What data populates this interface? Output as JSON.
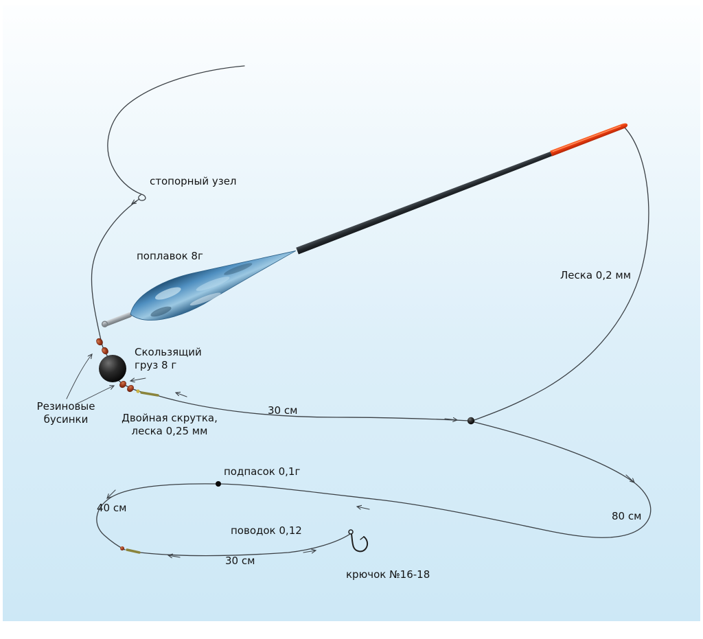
{
  "diagram": {
    "labels": {
      "stop_knot": "стопорный узел",
      "float": "поплавок 8г",
      "main_line": "Леска 0,2 мм",
      "sliding_weight": "Скользящий\nгруз 8 г",
      "rubber_beads": "Резиновые\nбусинки",
      "double_twist": "Двойная скрутка,\nлеска 0,25 мм",
      "span_top": "30 см",
      "dropper_shot": "подпасок 0,1г",
      "span_left": "40 см",
      "span_right": "80 см",
      "leader": "поводок 0,12",
      "span_leader": "30 см",
      "hook": "крючок №16-18"
    },
    "colors": {
      "line": "#3b4045",
      "text": "#141414",
      "weight_black": "#0a0a0a",
      "bead_red": "#a03a1c",
      "antenna_dark": "#2e3338",
      "antenna_tip_red": "#e83d12",
      "float_body_blue": "#4a86b8",
      "twist_olive": "#8a843c",
      "background_top": "#fdfeff",
      "background_bottom": "#cde8f6"
    }
  }
}
